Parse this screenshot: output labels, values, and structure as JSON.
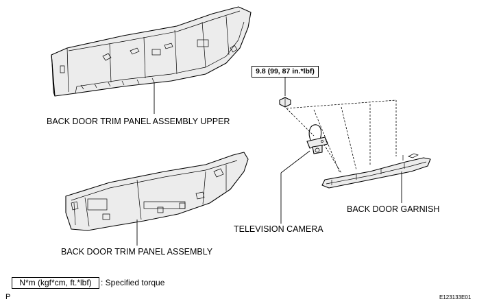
{
  "labels": {
    "upper_panel": "BACK DOOR TRIM PANEL ASSEMBLY UPPER",
    "lower_panel": "BACK DOOR TRIM PANEL ASSEMBLY",
    "garnish": "BACK DOOR GARNISH",
    "camera": "TELEVISION CAMERA"
  },
  "torque": "9.8 (99, 87 in.*lbf)",
  "legend": {
    "units": "N*m (kgf*cm, ft.*lbf)",
    "text": ": Specified torque"
  },
  "corner_mark": "P",
  "ref_code": "E123133E01"
}
